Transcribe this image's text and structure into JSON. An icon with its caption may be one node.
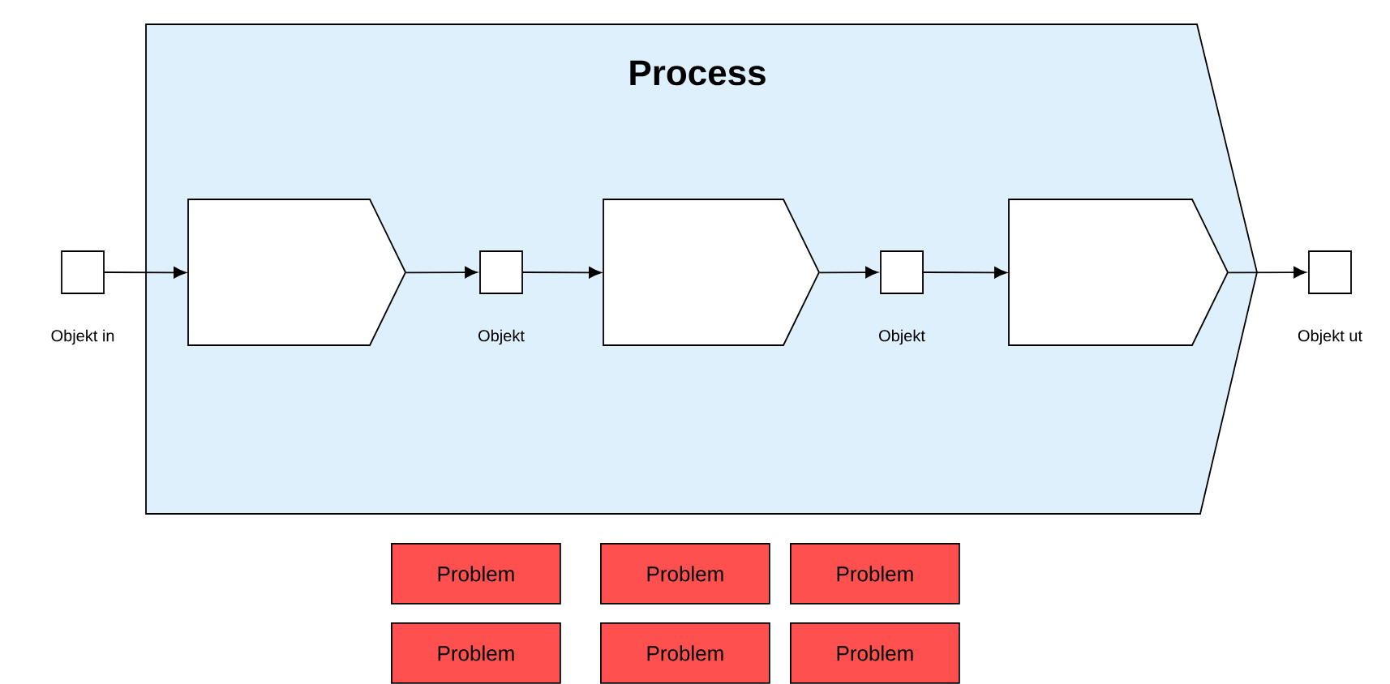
{
  "diagram": {
    "nodes": [
      {
        "text": [
          "Process"
        ]
      },
      {
        "text": [],
        "shape": "box",
        "beside": [
          "Objekt in"
        ]
      },
      {
        "text": [],
        "shape": "pentagon",
        "in": 0
      },
      {
        "text": [],
        "shape": "box",
        "in": 0,
        "beside": [
          "Objekt"
        ]
      },
      {
        "text": [],
        "shape": "pentagon",
        "in": 0
      },
      {
        "text": [],
        "shape": "box",
        "in": 0,
        "beside": [
          "Objekt"
        ]
      },
      {
        "text": [],
        "shape": "pentagon",
        "in": 0
      },
      {
        "text": [],
        "shape": "box",
        "beside": [
          "Objekt ut"
        ]
      },
      {
        "text": [
          "Problem"
        ]
      },
      {
        "text": [
          "Problem"
        ]
      },
      {
        "text": [
          "Problem"
        ]
      },
      {
        "text": [
          "Problem"
        ]
      },
      {
        "text": [
          "Problem"
        ]
      },
      {
        "text": [
          "Problem"
        ]
      }
    ],
    "edges": [
      {
        "from": 1,
        "to": 2,
        "arrow": "to"
      },
      {
        "from": 2,
        "to": 3,
        "arrow": "to"
      },
      {
        "from": 3,
        "to": 4,
        "arrow": "to"
      },
      {
        "from": 4,
        "to": 5,
        "arrow": "to"
      },
      {
        "from": 5,
        "to": 6,
        "arrow": "to"
      },
      {
        "from": 6,
        "to": 7,
        "arrow": "to"
      }
    ]
  }
}
